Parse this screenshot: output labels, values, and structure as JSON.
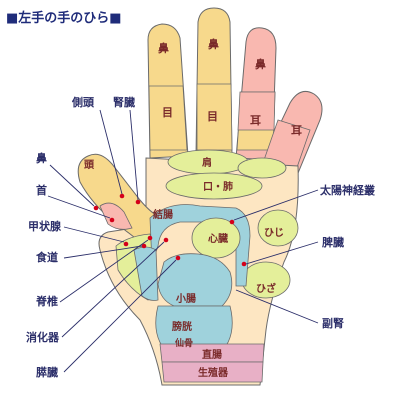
{
  "title": "■左手の手のひら■",
  "zones": {
    "hana1": "鼻",
    "hana2": "鼻",
    "hana3": "鼻",
    "me1": "目",
    "me2": "目",
    "mimi1": "耳",
    "mimi2": "耳",
    "kata": "肩",
    "kuchi": "口・肺",
    "atama": "頭",
    "ketchou": "結腸",
    "shinzou": "心臓",
    "hiji": "ひじ",
    "hiza": "ひざ",
    "shouchou": "小腸",
    "boukou": "膀胱",
    "senkotsu": "仙骨",
    "chokuchou": "直腸",
    "seishokuki": "生殖器"
  },
  "callouts": {
    "sokutou": "側頭",
    "jinzou": "腎臓",
    "hana": "鼻",
    "kubi": "首",
    "koujousen": "甲状腺",
    "shokudou": "食道",
    "sekitsui": "脊椎",
    "shoukaki": "消化器",
    "suizou": "膵臓",
    "taiyou": "太陽神経叢",
    "hizou": "脾臓",
    "fukujin": "副腎"
  },
  "colors": {
    "title": "#1f2c7a",
    "outline": "#6b6b6b",
    "finger_yellow": "#f7d98c",
    "finger_pink": "#f9b8b0",
    "palm_cream": "#fde6c2",
    "green_zone": "#e4ef9a",
    "blue_zone": "#9fd2dc",
    "pink_band": "#e8b0c6",
    "point": "#d4001a",
    "callout_text": "#2c2f6a"
  }
}
